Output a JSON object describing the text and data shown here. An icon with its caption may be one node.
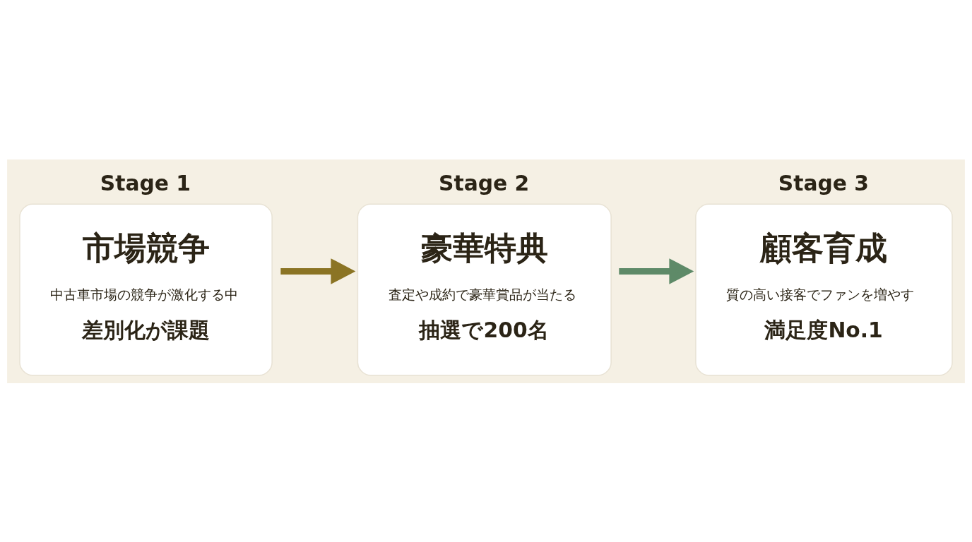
{
  "diagram": {
    "nodes": [
      {
        "text": [
          "Stage 1",
          "市場競争",
          "中古車市場の競争が激化する中",
          "差別化が課題"
        ]
      },
      {
        "text": [
          "Stage 2",
          "豪華特典",
          "査定や成約で豪華賞品が当たる",
          "抽選で200名"
        ]
      },
      {
        "text": [
          "Stage 3",
          "顧客育成",
          "質の高い接客でファンを増やす",
          "満足度No.1"
        ]
      }
    ],
    "edges": [
      {
        "from": 0,
        "to": 1,
        "arrow": "to",
        "color": "#8b7424"
      },
      {
        "from": 1,
        "to": 2,
        "arrow": "to",
        "color": "#5e8a68"
      }
    ]
  }
}
